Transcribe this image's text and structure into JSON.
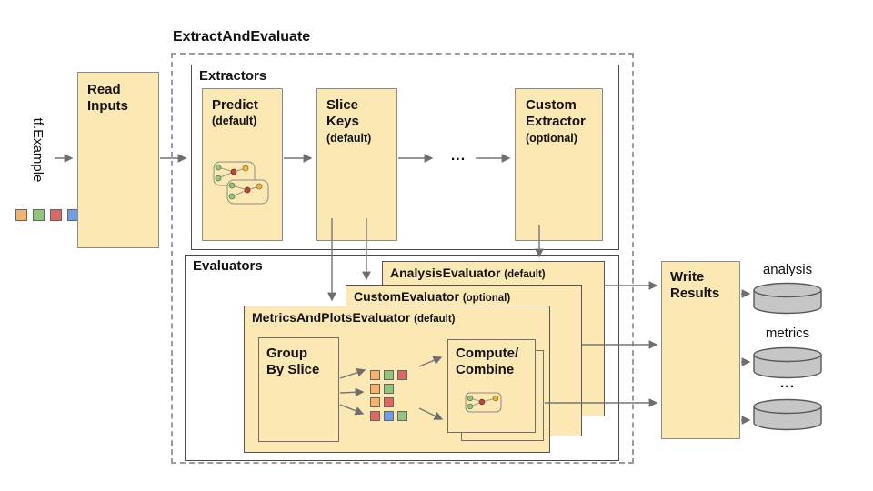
{
  "pipeline": {
    "title": "ExtractAndEvaluate"
  },
  "input": {
    "label": "tf.Example",
    "legend_colors": [
      "orange",
      "green",
      "red",
      "blue"
    ]
  },
  "read_inputs": {
    "lines": [
      "Read",
      "Inputs"
    ]
  },
  "extractors": {
    "title": "Extractors",
    "items": [
      {
        "name": "Predict",
        "qualifier": "(default)"
      },
      {
        "name": "Slice Keys",
        "name_lines": [
          "Slice",
          "Keys"
        ],
        "qualifier": "(default)"
      },
      {
        "name": "Custom Extractor",
        "name_lines": [
          "Custom",
          "Extractor"
        ],
        "qualifier": "(optional)"
      }
    ],
    "ellipsis": "..."
  },
  "evaluators": {
    "title": "Evaluators",
    "stack": [
      {
        "name": "AnalysisEvaluator",
        "qualifier": "(default)"
      },
      {
        "name": "CustomEvaluator",
        "qualifier": "(optional)"
      },
      {
        "name": "MetricsAndPlotsEvaluator",
        "qualifier": "(default)"
      }
    ],
    "group_by_slice": {
      "lines": [
        "Group",
        "By Slice"
      ]
    },
    "compute_combine": {
      "lines": [
        "Compute/",
        "Combine"
      ]
    },
    "slice_rows": [
      [
        "orange",
        "green",
        "red"
      ],
      [
        "orange",
        "green"
      ],
      [
        "orange",
        "red"
      ],
      [
        "red",
        "blue",
        "green"
      ]
    ]
  },
  "write_results": {
    "lines": [
      "Write",
      "Results"
    ]
  },
  "outputs": [
    {
      "label": "analysis"
    },
    {
      "label": "metrics"
    },
    {
      "label": "..."
    }
  ],
  "icons": {
    "predict": "model-graph-icon",
    "compute_combine": "model-graph-icon",
    "output_store": "database-cylinder-icon"
  },
  "colors": {
    "box_fill": "#FCE8B2",
    "box_border": "#8c8c8c",
    "container_border": "#4a4a4a",
    "dashed_border": "#9c9c9c",
    "arrow": "#757575",
    "cylinder_fill": "#C6C6C6",
    "cylinder_border": "#595959",
    "palette": {
      "orange": "#F6B26B",
      "green": "#93C47D",
      "red": "#E06666",
      "blue": "#6D9EEB"
    }
  }
}
